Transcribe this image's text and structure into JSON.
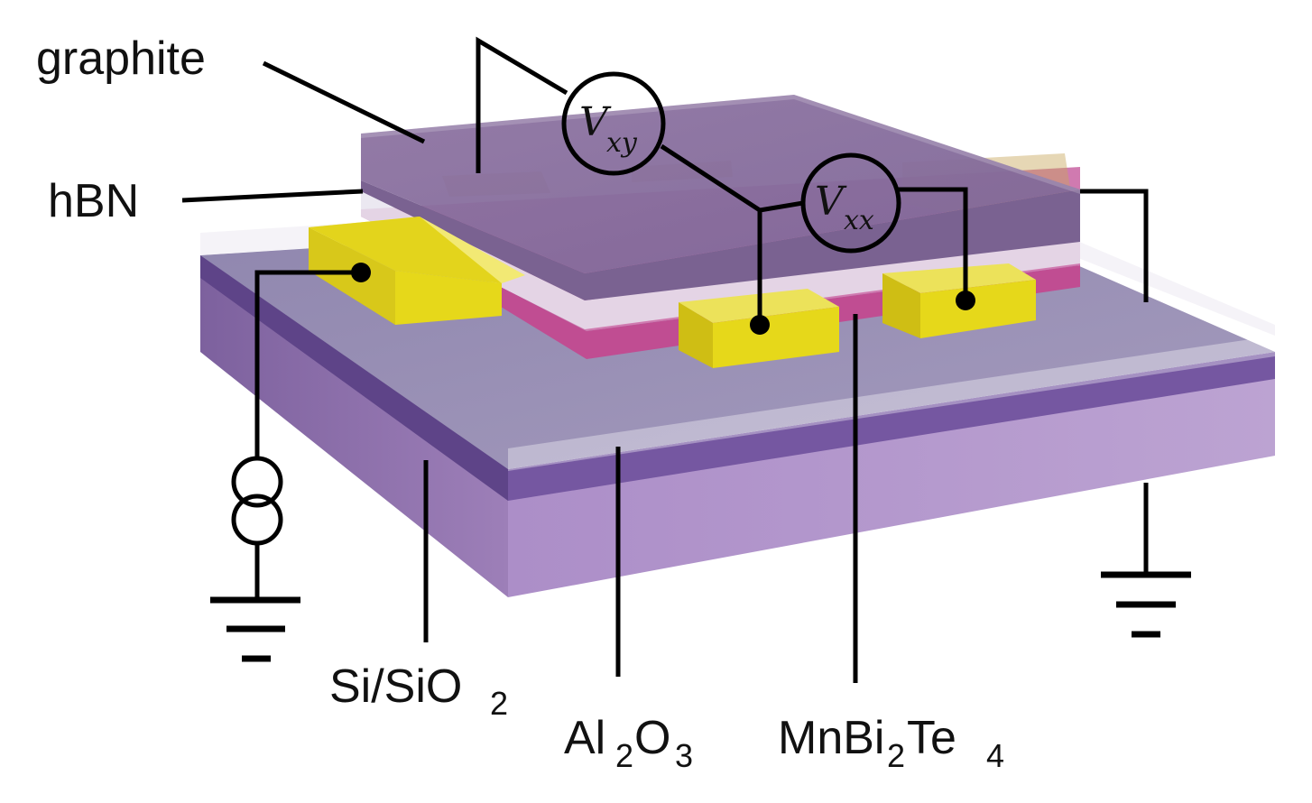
{
  "labels": {
    "graphite": "graphite",
    "hbn": "hBN",
    "si_main": "Si/SiO",
    "si_sub": "2",
    "al_a": "Al",
    "al_sub1": "2",
    "al_b": "O",
    "al_sub2": "3",
    "mn_a": "MnBi",
    "mn_sub1": "2",
    "mn_b": "Te",
    "mn_sub2": "4"
  },
  "meters": {
    "vxy_main": "V",
    "vxy_sub": "xy",
    "vxx_main": "V",
    "vxx_sub": "xx"
  },
  "colors": {
    "substrate": "#a488c0",
    "oxide": "#6e4e9a",
    "al2o3": "#9c93b8",
    "graphite": "#8a6f9c",
    "hbn": "#e4e0ec",
    "mnbi2te4": "#c04d92",
    "contact": "#e6d81a"
  },
  "icons": [
    "current-source-icon",
    "ground-icon",
    "voltmeter-icon"
  ]
}
